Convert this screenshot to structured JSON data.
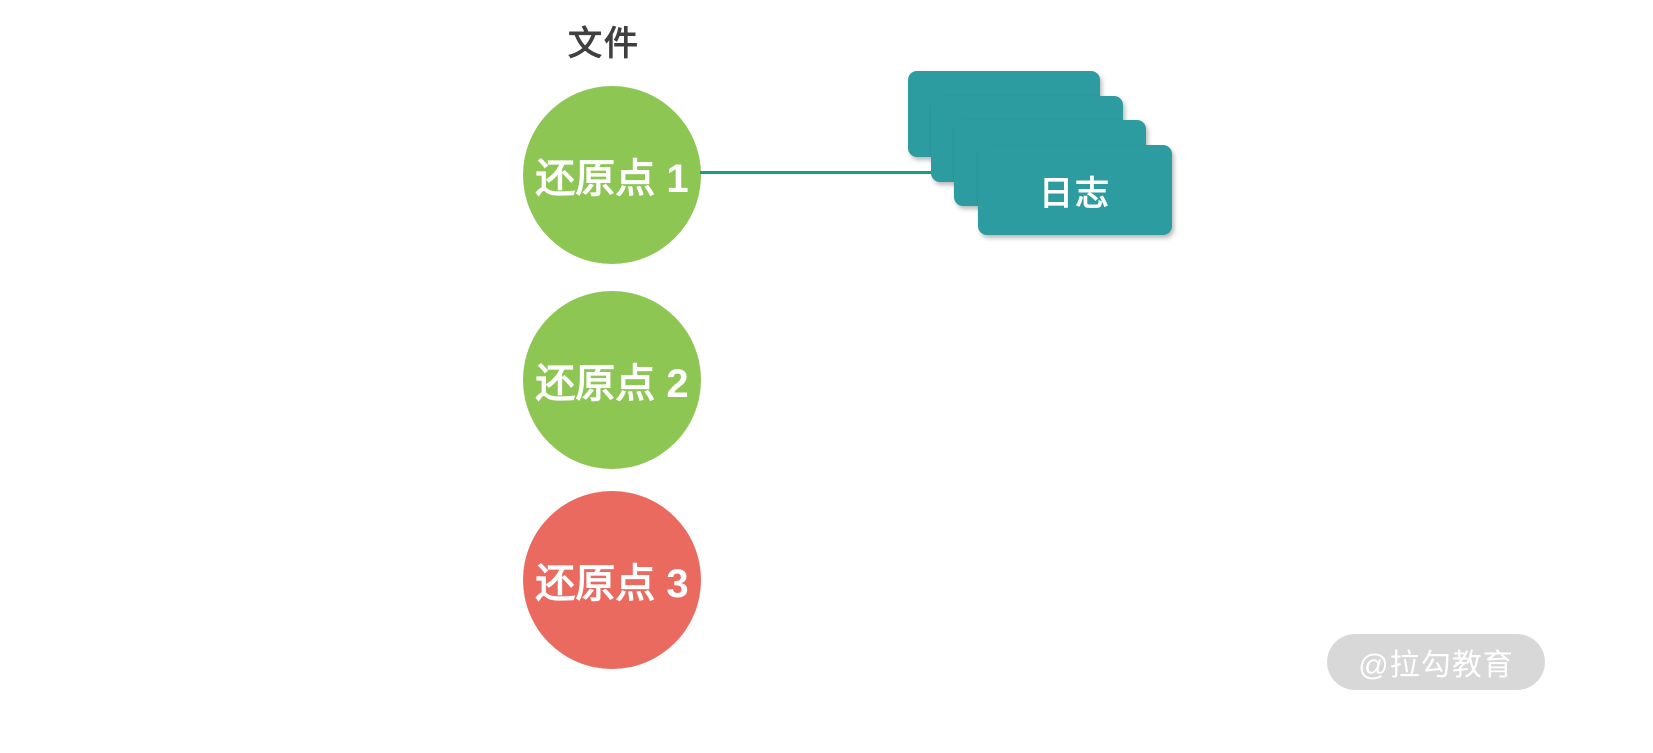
{
  "diagram": {
    "title": "文件",
    "restore_points": [
      {
        "label": "还原点 1",
        "color": "#8dc653"
      },
      {
        "label": "还原点 2",
        "color": "#8dc653"
      },
      {
        "label": "还原点 3",
        "color": "#ea6a5f"
      }
    ],
    "log_stack": {
      "label": "日志",
      "card_count": 4,
      "color": "#2d9ca1"
    },
    "connector_color": "#16a085"
  },
  "watermark": {
    "text": "@拉勾教育",
    "background": "#d8d8d8",
    "text_color": "#ffffff"
  }
}
